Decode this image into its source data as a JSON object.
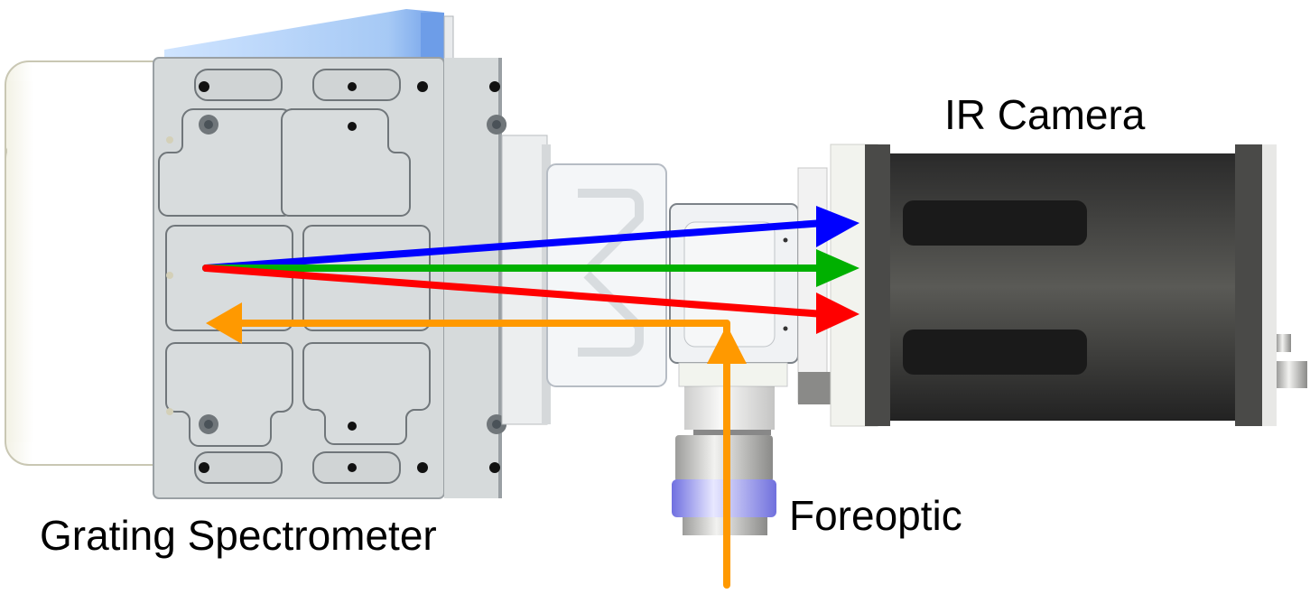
{
  "labels": {
    "ir_camera": "IR Camera",
    "grating_spectrometer": "Grating Spectrometer",
    "foreoptic": "Foreoptic"
  },
  "beams": [
    {
      "name": "blue-dispersed-beam",
      "color": "#0000ff"
    },
    {
      "name": "green-dispersed-beam",
      "color": "#00b000"
    },
    {
      "name": "red-dispersed-beam",
      "color": "#ff0000"
    },
    {
      "name": "input-beam",
      "color": "#ff9900"
    }
  ],
  "colors": {
    "spectrometer_plate": "#d6dadb",
    "spectrometer_cover": "#fdfdf8",
    "top_accent": "#a8cdf7",
    "camera_body": "#3a3a3a",
    "foreoptic_ring": "#8e8ef2"
  }
}
